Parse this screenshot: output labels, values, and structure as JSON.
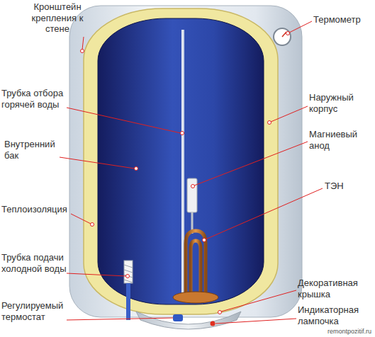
{
  "diagram": {
    "labels": [
      "Кронштейн крепления к стене",
      "Термометр",
      "Трубка отбора горячей воды",
      "Наружный корпус",
      "Внутренний бак",
      "Магниевый анод",
      "ТЭН",
      "Теплоизоляция",
      "Трубка подачи холодной воды",
      "Регулируемый термостат",
      "Декоративная крышка",
      "Индикаторная лампочка",
      "remontpozitif.ru"
    ]
  }
}
